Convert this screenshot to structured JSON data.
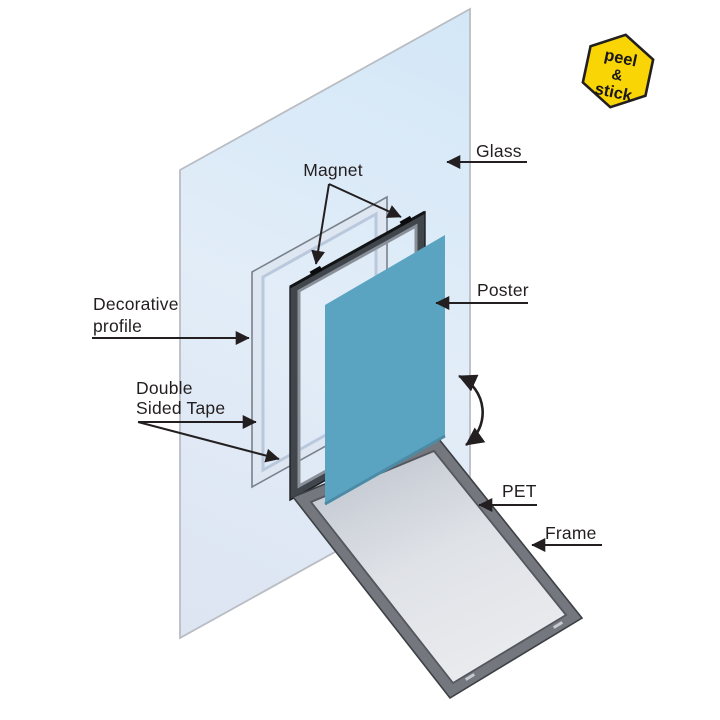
{
  "labels": {
    "magnet": "Magnet",
    "glass": "Glass",
    "poster": "Poster",
    "decorative_profile": {
      "line1": "Decorative",
      "line2": "profile"
    },
    "double_sided_tape": {
      "line1": "Double",
      "line2": "Sided Tape"
    },
    "pet": "PET",
    "frame": "Frame"
  },
  "badge": {
    "line1": "peel",
    "line2": "&",
    "line3": "stick"
  },
  "colors": {
    "glass_blue": "#d5e8f7",
    "decorative_profile_silver": "#dde6f1",
    "magnet_frame_dark": "#41464d",
    "poster_teal": "#5ba4c1",
    "flap_frame_gray": "#74787e",
    "pet_gray": "#dfe2e7",
    "badge_yellow": "#f9d505",
    "label_ink": "#231f20"
  }
}
